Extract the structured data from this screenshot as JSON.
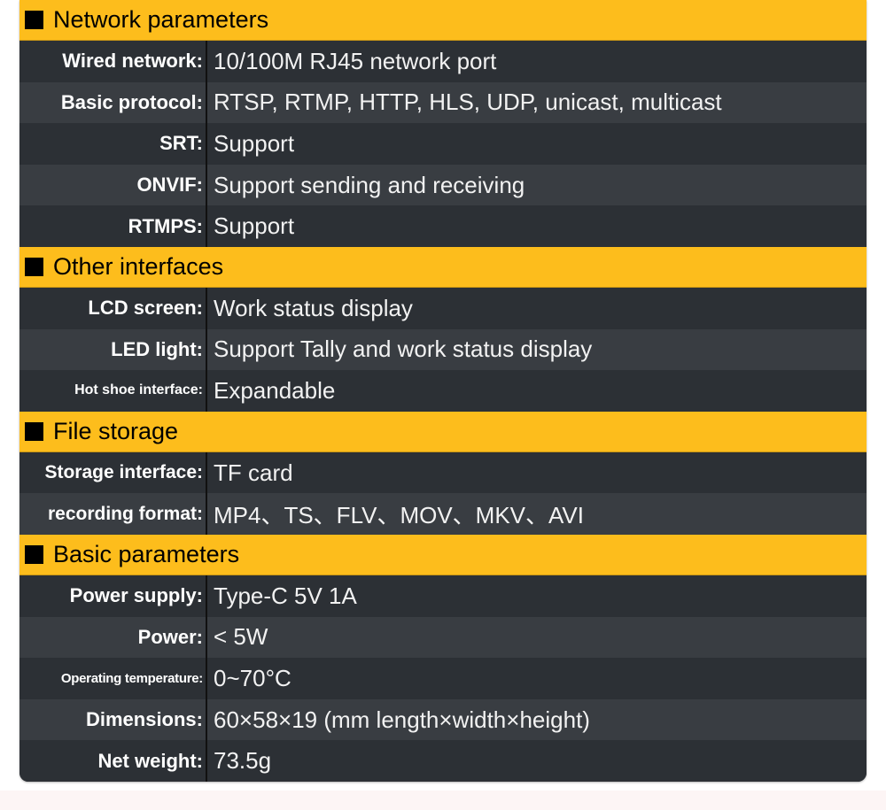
{
  "colors": {
    "accent": "#fdbd1c",
    "row_dark": "#2c3035",
    "row_light": "#393d42"
  },
  "sections": [
    {
      "title": "Network parameters",
      "rows": [
        {
          "label": "Wired network:",
          "value": "10/100M RJ45 network port"
        },
        {
          "label": "Basic protocol:",
          "value": "RTSP, RTMP, HTTP, HLS, UDP, unicast, multicast"
        },
        {
          "label": "SRT:",
          "value": "Support"
        },
        {
          "label": "ONVIF:",
          "value": "Support sending and receiving"
        },
        {
          "label": "RTMPS:",
          "value": "Support"
        }
      ]
    },
    {
      "title": "Other interfaces",
      "rows": [
        {
          "label": "LCD screen:",
          "value": "Work status display"
        },
        {
          "label": "LED light:",
          "value": "Support Tally and work status display"
        },
        {
          "label": "Hot shoe interface:",
          "value": "Expandable"
        }
      ]
    },
    {
      "title": "File storage",
      "rows": [
        {
          "label": "Storage interface:",
          "value": "TF card"
        },
        {
          "label": "recording format:",
          "value": "MP4、TS、FLV、MOV、MKV、AVI"
        }
      ]
    },
    {
      "title": "Basic parameters",
      "rows": [
        {
          "label": "Power supply:",
          "value": "Type-C 5V 1A"
        },
        {
          "label": "Power:",
          "value": "< 5W"
        },
        {
          "label": "Operating temperature:",
          "value": "0~70°C"
        },
        {
          "label": "Dimensions:",
          "value": "60×58×19 (mm length×width×height)"
        },
        {
          "label": "Net weight:",
          "value": "73.5g"
        }
      ]
    }
  ]
}
